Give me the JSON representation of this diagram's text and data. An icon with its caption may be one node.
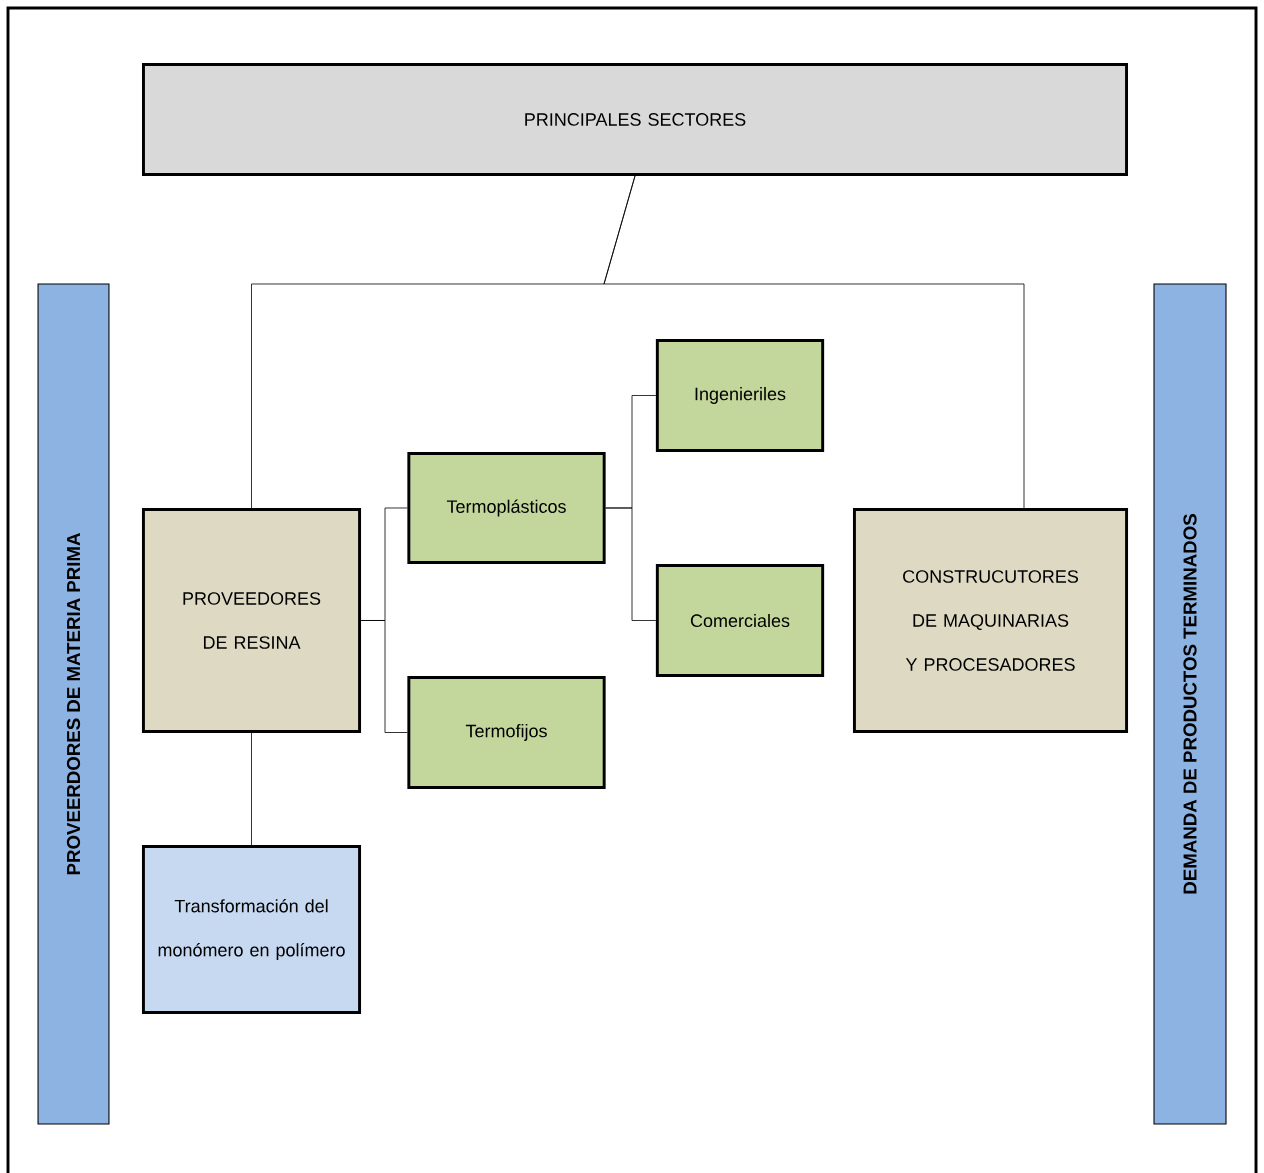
{
  "diagram": {
    "nodes": [
      {
        "text": [
          "PRINCIPALES SECTORES"
        ]
      },
      {
        "text": [
          "PROVEERDORES  DE  MATERIA  PRIMA"
        ]
      },
      {
        "text": [
          "DEMANDA DE PRODUCTOS TERMINADOS"
        ]
      },
      {
        "text": [
          "PROVEEDORES DE RESINA"
        ]
      },
      {
        "text": [
          "Termoplásticos"
        ]
      },
      {
        "text": [
          "Termofijos"
        ]
      },
      {
        "text": [
          "Ingenieriles"
        ]
      },
      {
        "text": [
          "Comerciales"
        ]
      },
      {
        "text": [
          "CONSTRUCUTORES DE MAQUINARIAS Y PROCESADORES"
        ]
      },
      {
        "text": [
          "Transformación del monómero en polímero"
        ]
      }
    ],
    "edges": [
      {
        "from": 0,
        "to": 3,
        "arrow": "none"
      },
      {
        "from": 0,
        "to": 8,
        "arrow": "none"
      },
      {
        "from": 3,
        "to": 4,
        "arrow": "none"
      },
      {
        "from": 3,
        "to": 5,
        "arrow": "none"
      },
      {
        "from": 4,
        "to": 6,
        "arrow": "none"
      },
      {
        "from": 4,
        "to": 7,
        "arrow": "none"
      },
      {
        "from": 3,
        "to": 9,
        "arrow": "none"
      }
    ]
  }
}
